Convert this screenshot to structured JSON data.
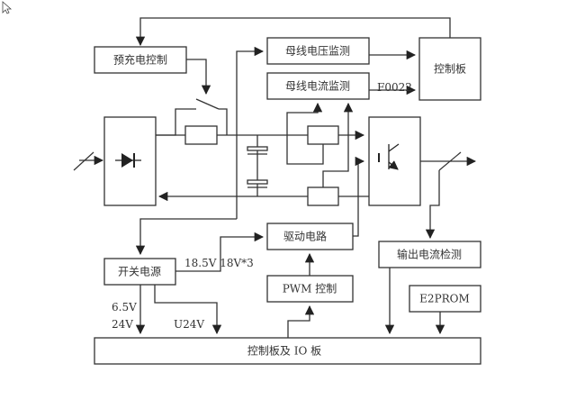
{
  "blocks": {
    "precharge": "预充电控制",
    "bus_voltage": "母线电压监测",
    "bus_current": "母线电流监测",
    "control_board": "控制板",
    "drive_circuit": "驱动电路",
    "switch_psu": "开关电源",
    "pwm_control": "PWM 控制",
    "output_current": "输出电流检测",
    "e2prom": "E2PROM",
    "control_io_board": "控制板及 IO 板"
  },
  "labels": {
    "fault_code": "F0022",
    "drive_voltages": "18.5V 18V*3",
    "v65": "6.5V",
    "v24": "24V",
    "u24v": "U24V"
  }
}
